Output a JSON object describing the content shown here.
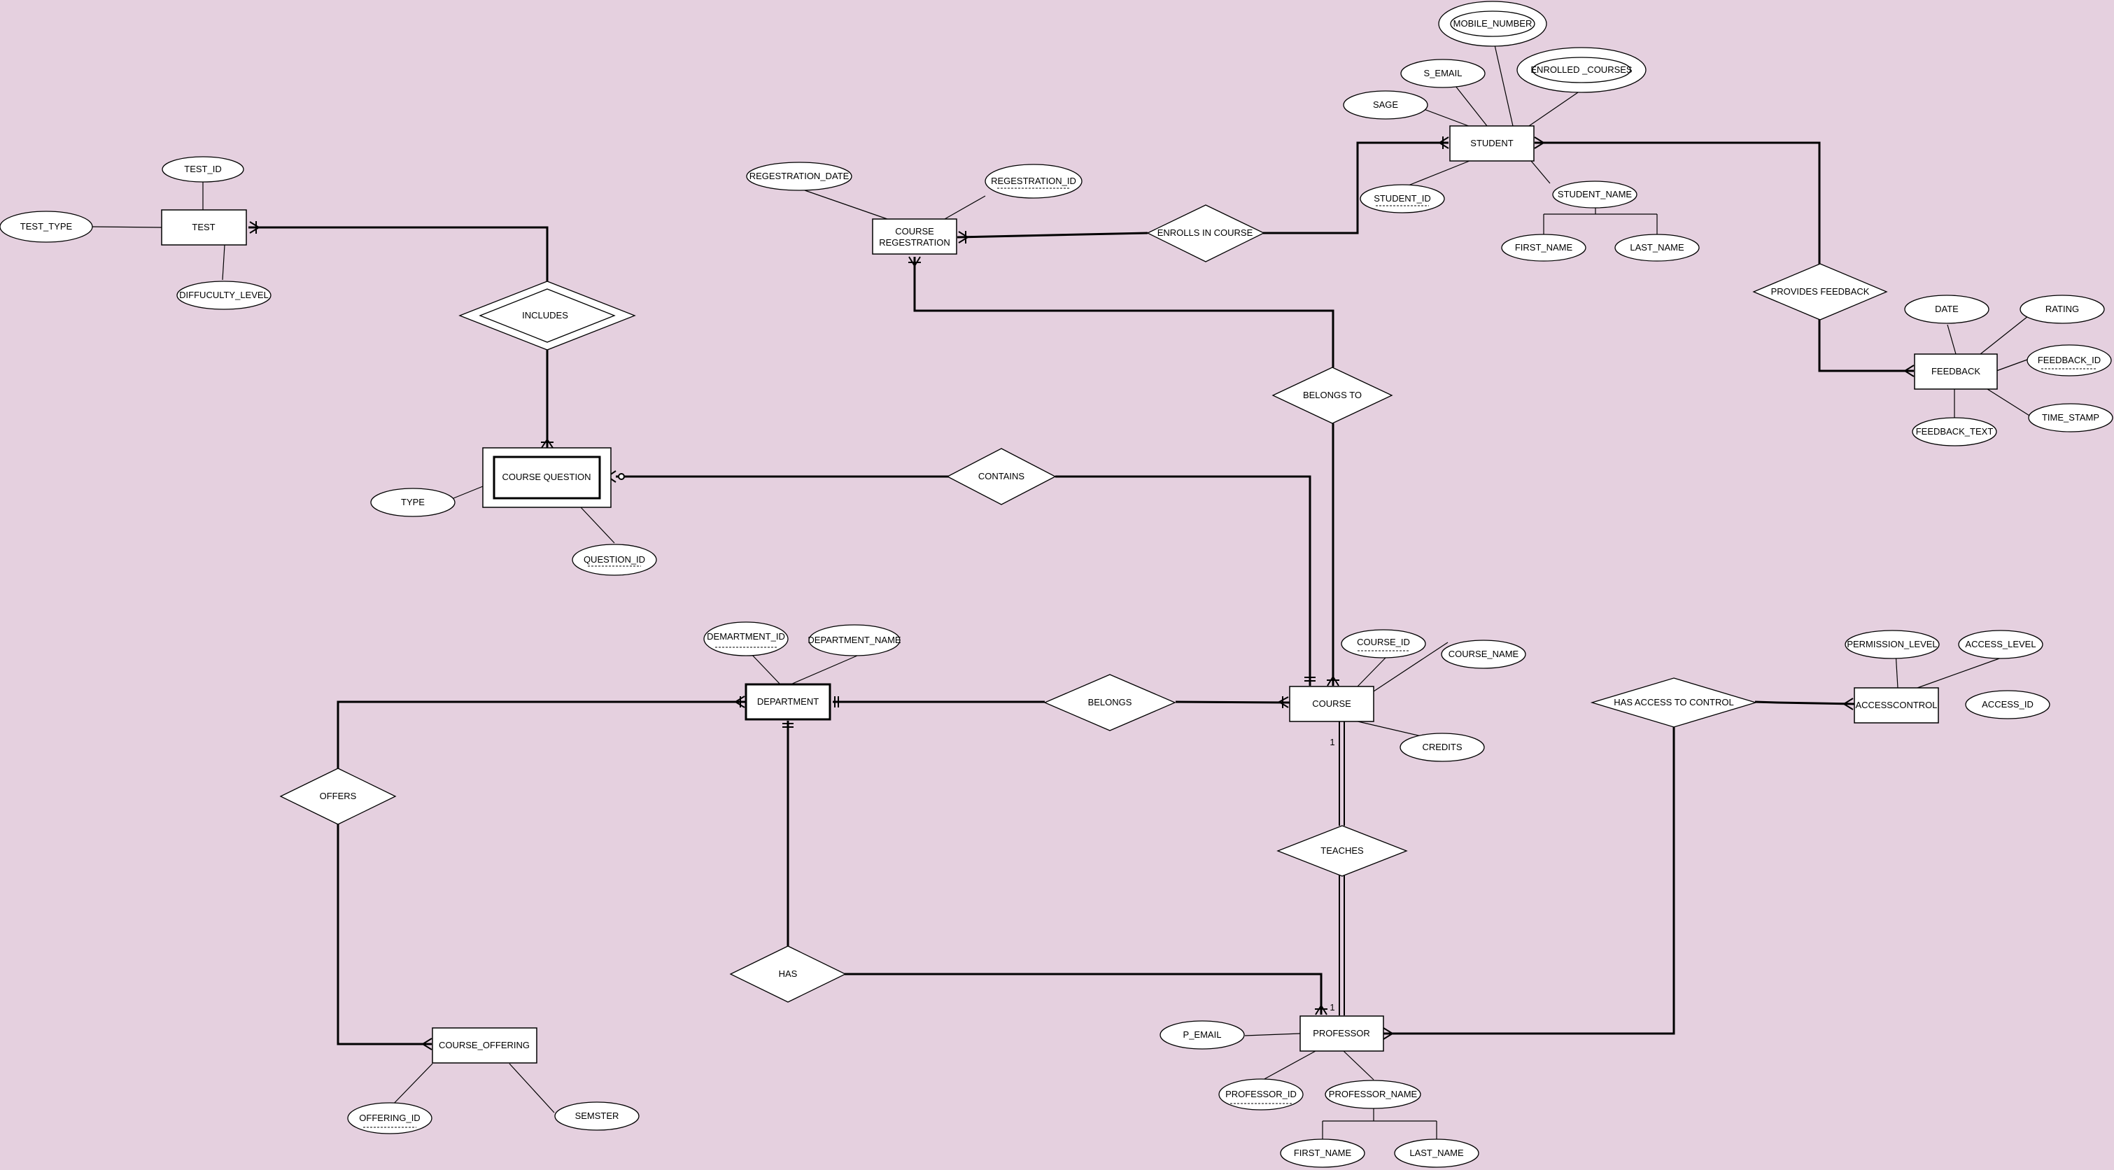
{
  "entities": {
    "test": "TEST",
    "course_question": "COURSE QUESTION",
    "course_registration_line1": "COURSE",
    "course_registration_line2": "REGESTRATION",
    "student": "STUDENT",
    "feedback": "FEEDBACK",
    "department": "DEPARTMENT",
    "course": "COURSE",
    "accesscontrol": "ACCESSCONTROL",
    "course_offering": "COURSE_OFFERING",
    "professor": "PROFESSOR"
  },
  "relationships": {
    "includes": "INCLUDES",
    "enrolls_in_course": "ENROLLS IN COURSE",
    "provides_feedback": "PROVIDES FEEDBACK",
    "belongs_to": "BELONGS TO",
    "contains": "CONTAINS",
    "belongs": "BELONGS",
    "has_access_to_control": "HAS ACCESS TO CONTROL",
    "offers": "OFFERS",
    "teaches": "TEACHES",
    "has": "HAS"
  },
  "attributes": {
    "test_id": "TEST_ID",
    "test_type": "TEST_TYPE",
    "diffuculty_level": "DIFFUCULTY_LEVEL",
    "type": "TYPE",
    "question_id": "QUESTION_ID",
    "regestration_date": "REGESTRATION_DATE",
    "regestration_id": "REGESTRATION_ID",
    "mobile_number": "MOBILE_NUMBER",
    "s_email": "S_EMAIL",
    "enrolled_courses": "ENROLLED _COURSES",
    "sage": "SAGE",
    "student_id": "STUDENT_ID",
    "student_name": "STUDENT_NAME",
    "student_first_name": "FIRST_NAME",
    "student_last_name": "LAST_NAME",
    "date": "DATE",
    "rating": "RATING",
    "feedback_id": "FEEDBACK_ID",
    "time_stamp": "TIME_STAMP",
    "feedback_text": "FEEDBACK_TEXT",
    "demartment_id": "DEMARTMENT_ID",
    "department_name": "DEPARTMENT_NAME",
    "course_id": "COURSE_ID",
    "course_name": "COURSE_NAME",
    "credits": "CREDITS",
    "permission_level": "PERMISSION_LEVEL",
    "access_level": "ACCESS_LEVEL",
    "access_id": "ACCESS_ID",
    "offering_id": "OFFERING_ID",
    "semster": "SEMSTER",
    "p_email": "P_EMAIL",
    "professor_id": "PROFESSOR_ID",
    "professor_name": "PROFESSOR_NAME",
    "professor_first_name": "FIRST_NAME",
    "professor_last_name": "LAST_NAME"
  },
  "cardinality": {
    "course_teaches": "1",
    "professor_teaches": "1"
  }
}
